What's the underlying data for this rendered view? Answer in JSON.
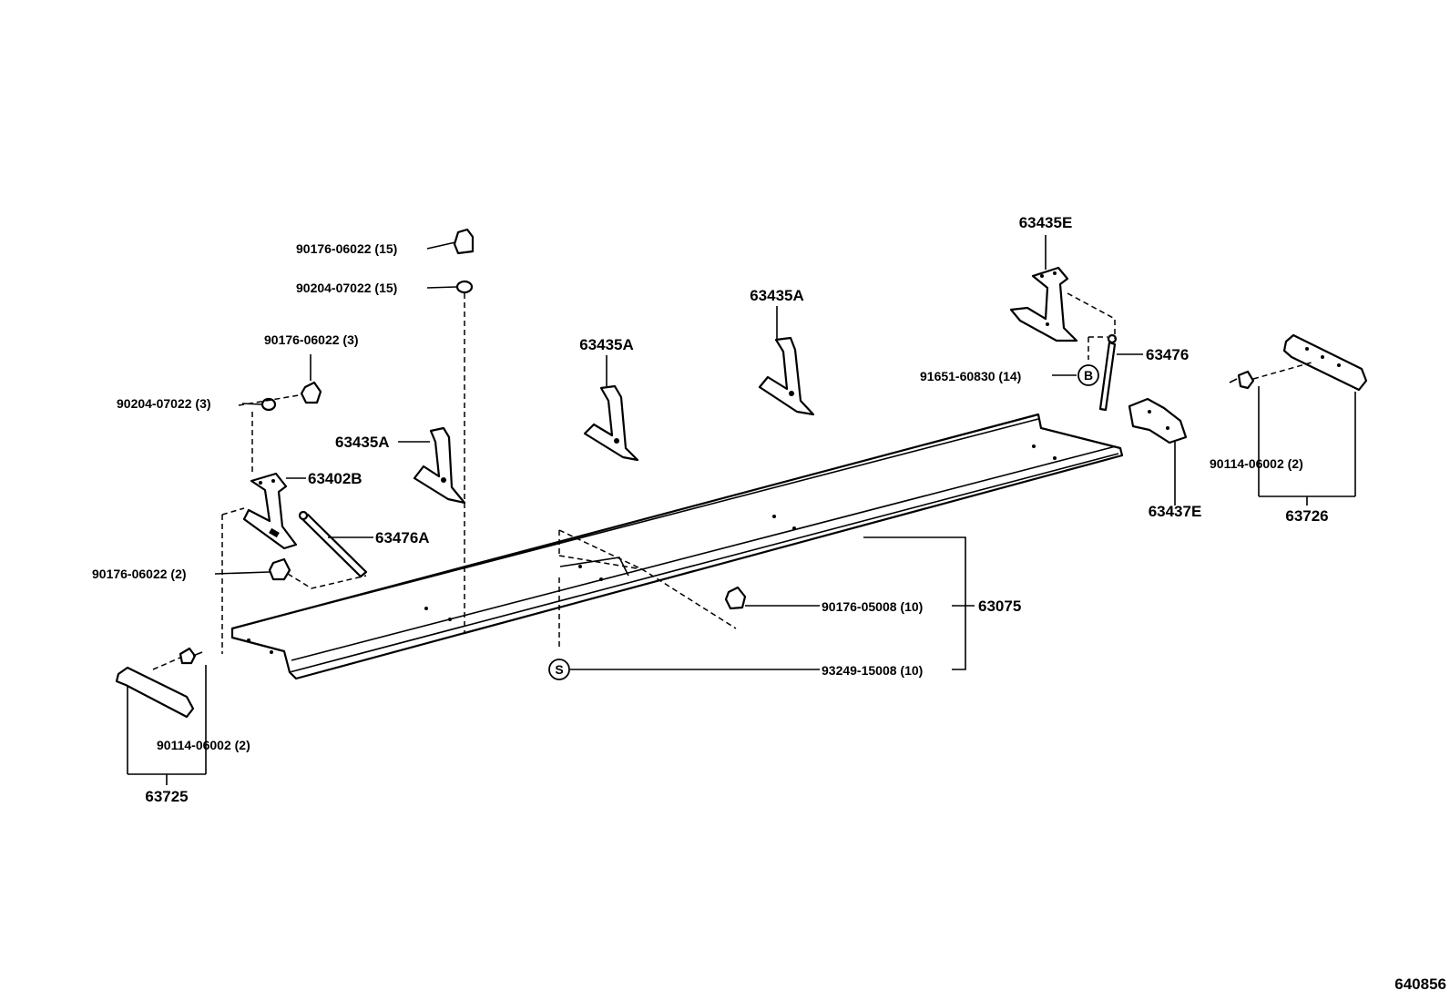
{
  "figure_id": "640856",
  "callouts": {
    "c_63435E": "63435E",
    "c_63435A_1": "63435A",
    "c_63435A_2": "63435A",
    "c_63435A_3": "63435A",
    "c_63402B": "63402B",
    "c_63476A": "63476A",
    "c_63476": "63476",
    "c_63437E": "63437E",
    "c_63726": "63726",
    "c_63725": "63725",
    "c_63075": "63075",
    "c_90176_06022_15": "90176-06022 (15)",
    "c_90204_07022_15": "90204-07022 (15)",
    "c_90176_06022_3": "90176-06022 (3)",
    "c_90204_07022_3": "90204-07022 (3)",
    "c_90176_06022_2": "90176-06022 (2)",
    "c_91651_60830_14": "91651-60830 (14)",
    "c_90114_06002_2_right": "90114-06002 (2)",
    "c_90114_06002_2_left": "90114-06002 (2)",
    "c_90176_05008_10": "90176-05008 (10)",
    "c_93249_15008_10": "93249-15008 (10)"
  },
  "markers": {
    "b": "B",
    "s": "S"
  }
}
